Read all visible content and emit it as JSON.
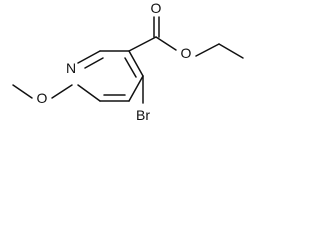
{
  "molecule": {
    "atoms": {
      "nitrogen": "N",
      "oxygen_methoxy": "O",
      "bromine": "Br",
      "oxygen_carbonyl": "O",
      "oxygen_ester": "O"
    }
  }
}
